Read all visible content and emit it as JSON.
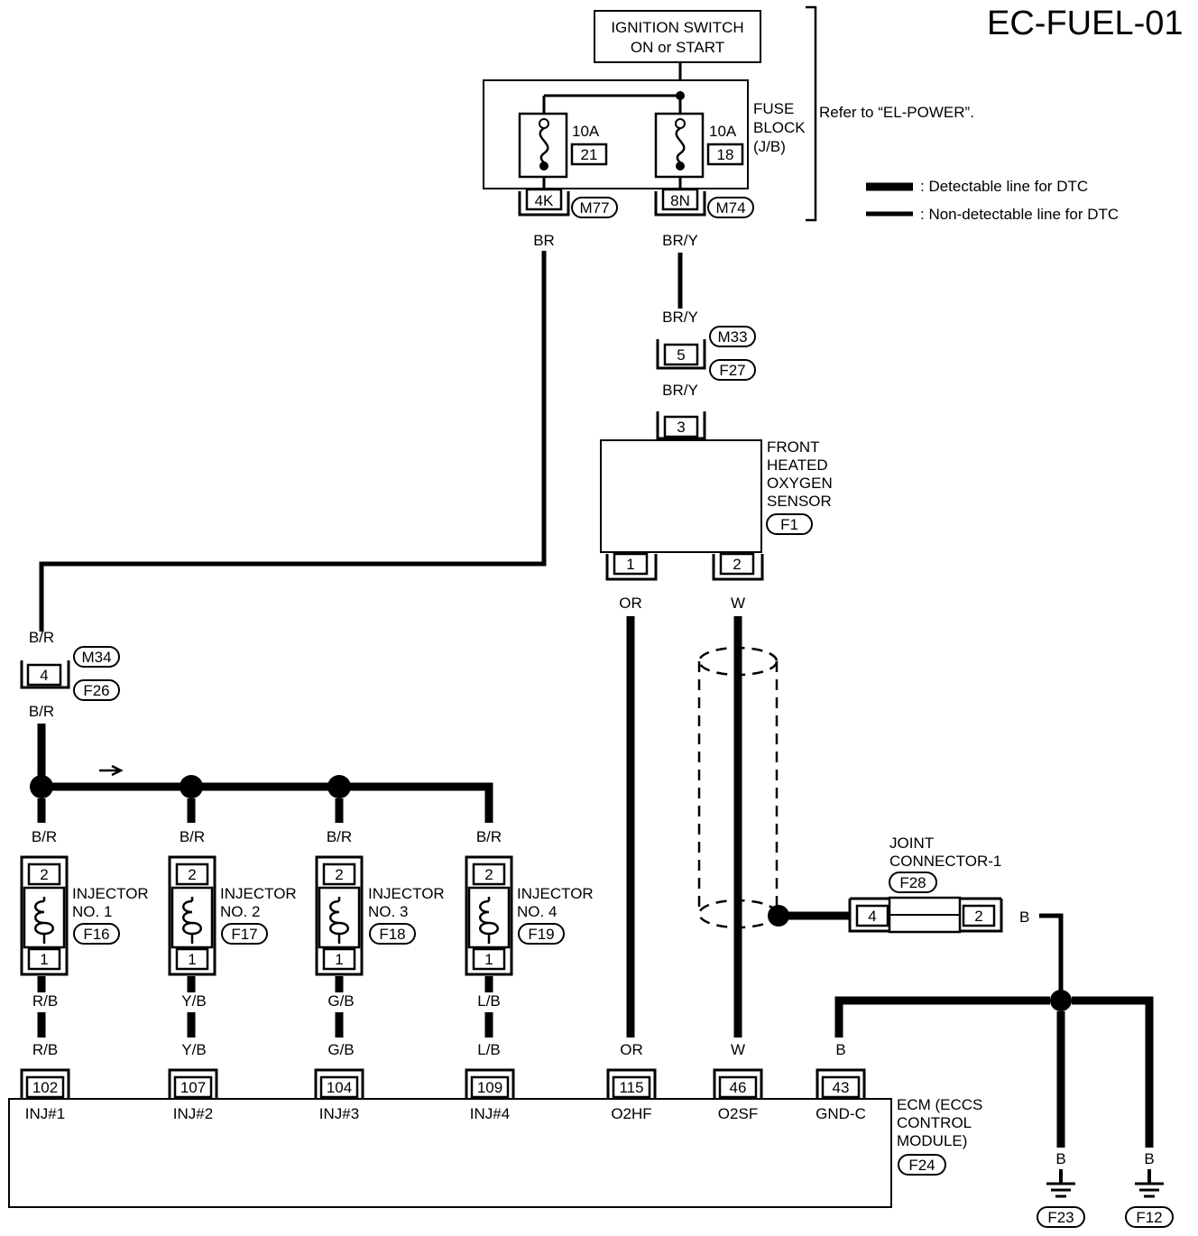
{
  "diagram_id": "EC-FUEL-01",
  "ignition_switch": {
    "line1": "IGNITION SWITCH",
    "line2": "ON or START"
  },
  "fuse_block": {
    "line1": "FUSE",
    "line2": "BLOCK",
    "line3": "(J/B)",
    "refer": "Refer to “EL-POWER”.",
    "fuse_left": {
      "rating": "10A",
      "number": "21",
      "pin": "4K",
      "connector": "M77",
      "wire": "BR"
    },
    "fuse_right": {
      "rating": "10A",
      "number": "18",
      "pin": "8N",
      "connector": "M74",
      "wire": "BR/Y"
    }
  },
  "legend": {
    "detectable": ": Detectable line for DTC",
    "non_detectable": ": Non-detectable line for DTC"
  },
  "conn_m33": {
    "pin": "5",
    "conn_top": "M33",
    "conn_bottom": "F27",
    "wire_top": "BR/Y",
    "wire_bottom": "BR/Y"
  },
  "o2_sensor": {
    "line1": "FRONT",
    "line2": "HEATED",
    "line3": "OXYGEN",
    "line4": "SENSOR",
    "connector": "F1",
    "pin_top": "3",
    "pin_1": "1",
    "pin_2": "2",
    "wire_1": "OR",
    "wire_2": "W"
  },
  "conn_m34": {
    "pin": "4",
    "conn_top": "M34",
    "conn_bottom": "F26",
    "wire_top": "B/R",
    "wire_bottom": "B/R"
  },
  "injectors": [
    {
      "label1": "INJECTOR",
      "label2": "NO. 1",
      "connector": "F16",
      "pin_top": "2",
      "pin_bottom": "1",
      "wire_top": "B/R",
      "wire_bottom": "R/B",
      "ecm_wire": "R/B",
      "ecm_pin": "102",
      "ecm_label": "INJ#1"
    },
    {
      "label1": "INJECTOR",
      "label2": "NO. 2",
      "connector": "F17",
      "pin_top": "2",
      "pin_bottom": "1",
      "wire_top": "B/R",
      "wire_bottom": "Y/B",
      "ecm_wire": "Y/B",
      "ecm_pin": "107",
      "ecm_label": "INJ#2"
    },
    {
      "label1": "INJECTOR",
      "label2": "NO. 3",
      "connector": "F18",
      "pin_top": "2",
      "pin_bottom": "1",
      "wire_top": "B/R",
      "wire_bottom": "G/B",
      "ecm_wire": "G/B",
      "ecm_pin": "104",
      "ecm_label": "INJ#3"
    },
    {
      "label1": "INJECTOR",
      "label2": "NO. 4",
      "connector": "F19",
      "pin_top": "2",
      "pin_bottom": "1",
      "wire_top": "B/R",
      "wire_bottom": "L/B",
      "ecm_wire": "L/B",
      "ecm_pin": "109",
      "ecm_label": "INJ#4"
    }
  ],
  "joint_connector": {
    "line1": "JOINT",
    "line2": "CONNECTOR-1",
    "connector": "F28",
    "pin_left": "4",
    "pin_right": "2",
    "wire": "B"
  },
  "ecm": {
    "line1": "ECM (ECCS",
    "line2": "CONTROL",
    "line3": "MODULE)",
    "connector": "F24",
    "o2hf": {
      "wire": "OR",
      "pin": "115",
      "label": "O2HF"
    },
    "o2sf": {
      "wire": "W",
      "pin": "46",
      "label": "O2SF"
    },
    "gnd": {
      "wire": "B",
      "pin": "43",
      "label": "GND-C"
    }
  },
  "grounds": [
    {
      "wire": "B",
      "connector": "F23"
    },
    {
      "wire": "B",
      "connector": "F12"
    }
  ]
}
